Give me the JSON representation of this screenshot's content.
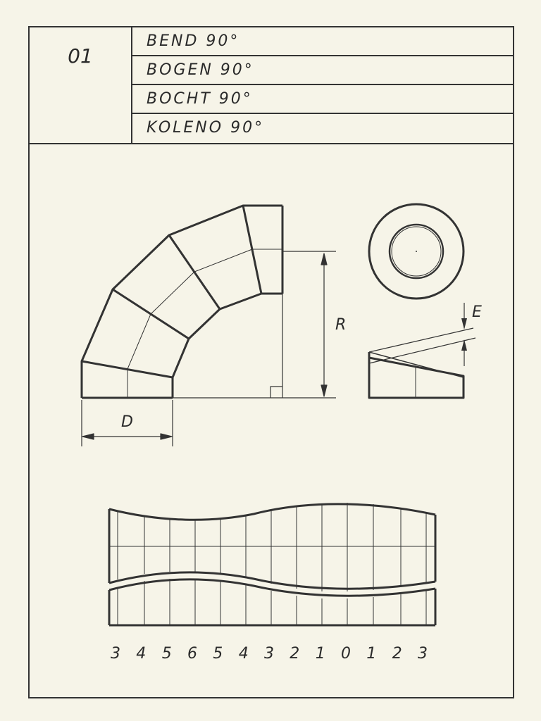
{
  "sheet_number": "01",
  "titles": [
    "BEND 90°",
    "BOGEN 90°",
    "BOCHT 90°",
    "KOLENO 90°"
  ],
  "dimension_labels": {
    "radius": "R",
    "diameter": "D",
    "offset": "E"
  },
  "development_scale": [
    "3",
    "4",
    "5",
    "6",
    "5",
    "4",
    "3",
    "2",
    "1",
    "0",
    "1",
    "2",
    "3"
  ],
  "colors": {
    "paper": "#f6f4e8",
    "ink": "#333333"
  }
}
